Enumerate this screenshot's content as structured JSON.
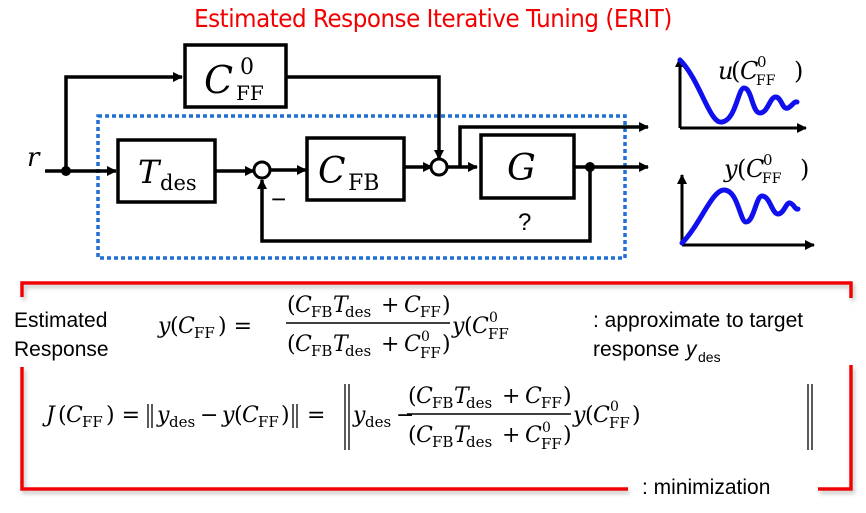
{
  "title": "Estimated Response Iterative Tuning (ERIT)",
  "block_diagram": {
    "input_label": "r",
    "blocks": {
      "feedforward": {
        "sym": "C",
        "sup": "0",
        "sub": "FF"
      },
      "target": {
        "sym": "T",
        "sub": "des"
      },
      "feedback": {
        "sym": "C",
        "sub": "FB"
      },
      "plant": {
        "sym": "G"
      }
    },
    "minus_sign": "−",
    "unknown_plant_mark": "?",
    "outer_box_color": "#1f6fd6",
    "line_color": "#000000"
  },
  "plots": {
    "input": {
      "label_fn": "u",
      "label_sym": "C",
      "label_sup": "0",
      "label_sub": "FF"
    },
    "output": {
      "label_fn": "y",
      "label_sym": "C",
      "label_sup": "0",
      "label_sub": "FF"
    },
    "curve_color": "#1010ee"
  },
  "panel": {
    "border_color": "#f00000",
    "estimated_label": [
      "Estimated",
      "Response"
    ],
    "approx_note": ": approximate to target",
    "approx_note_line2": "response ",
    "target_sym": "y",
    "target_sub": "des",
    "minimization_note": ": minimization",
    "eq1": {
      "lhs": "y(C",
      "lhs_sub": "FF",
      "lhs_end": ") =",
      "num": "(C  T   + C  )",
      "rhs": "y(C",
      "rhs_sup": "0",
      "rhs_sub": "FF"
    },
    "eq2": {
      "lhs": "J(C",
      "lhs_sub": "FF",
      "mid": ") = ‖y",
      "mid_sub": "des",
      "mid2": " − y(C",
      "mid2_sub": "FF",
      "mid3": ")‖ =",
      "inner_y": "y",
      "inner_y_sub": "des",
      "minus": "−"
    },
    "frac": {
      "C": "C",
      "FB": "FB",
      "T": "T",
      "des": "des",
      "plus": "+",
      "FF": "FF",
      "zero": "0",
      "lp": "(",
      "rp": ")"
    }
  }
}
